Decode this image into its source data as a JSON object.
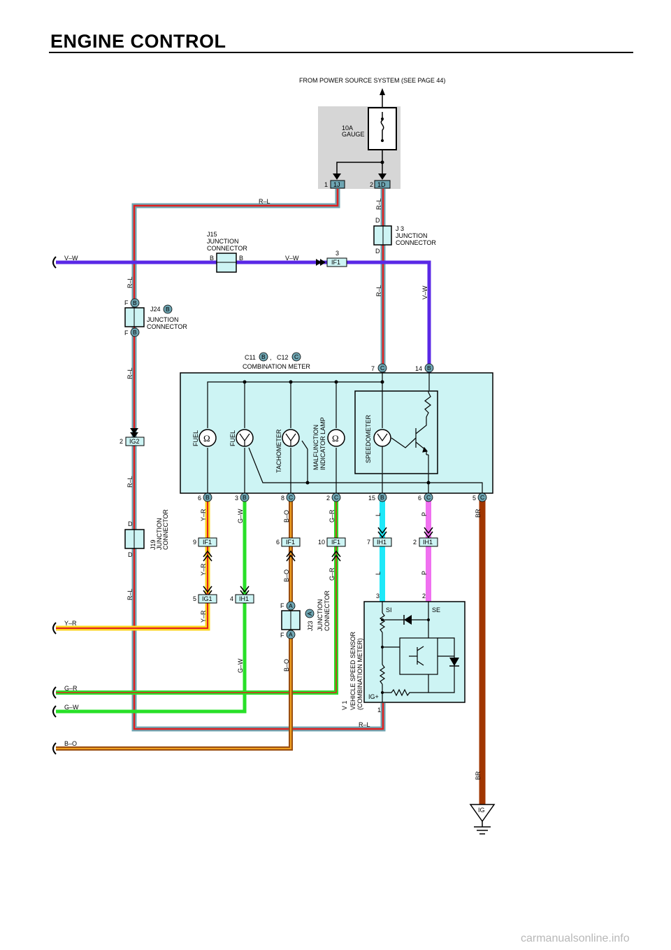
{
  "title": "ENGINE CONTROL",
  "power_source_note": "FROM POWER SOURCE SYSTEM (SEE PAGE 44)",
  "fuse": {
    "rating": "10A",
    "name": "GAUGE"
  },
  "fuse_terminals": [
    {
      "pin": "1",
      "connector": "1J"
    },
    {
      "pin": "2",
      "connector": "1D"
    }
  ],
  "junctions": {
    "j15": {
      "id": "J15",
      "line1": "JUNCTION",
      "line2": "CONNECTOR",
      "pin": "B"
    },
    "j3": {
      "id": "J 3",
      "line1": "JUNCTION",
      "line2": "CONNECTOR",
      "pin": "D"
    },
    "j24": {
      "id": "J24",
      "letter": "B",
      "line1": "JUNCTION",
      "line2": "CONNECTOR",
      "pin": "F"
    },
    "j19": {
      "id": "J19",
      "line1": "JUNCTION",
      "line2": "CONNECTOR",
      "pin": "D"
    },
    "j23": {
      "id": "J23",
      "letter": "A",
      "line1": "JUNCTION",
      "line2": "CONNECTOR",
      "pin": "F"
    }
  },
  "connector_ids": {
    "if1": "IF1",
    "ig2": "IG2",
    "ig1": "IG1",
    "ih1": "IH1"
  },
  "inline_pins": {
    "if1_top": "3",
    "ig2": "2",
    "y_r_if1": "9",
    "b_o_if1": "6",
    "g_r_if1": "10",
    "l_ih1": "7",
    "p_ih1": "2",
    "y_r_ig1": "5",
    "g_w_ih1": "4"
  },
  "meter": {
    "c11": "C11",
    "c12": "C12",
    "b": "B",
    "c": "C",
    "sep": ",",
    "name": "COMBINATION METER",
    "gauges": {
      "fuel1": "FUEL",
      "fuel2": "FUEL",
      "tacho": "TACHOMETER",
      "mil1": "MALFUNCTION",
      "mil2": "INDICATOR LAMP",
      "speedo": "SPEEDOMETER"
    },
    "top_pins": [
      {
        "pin": "7",
        "conn": "C"
      },
      {
        "pin": "14",
        "conn": "B"
      }
    ],
    "bottom_pins": [
      {
        "pin": "6",
        "conn": "B"
      },
      {
        "pin": "3",
        "conn": "B"
      },
      {
        "pin": "8",
        "conn": "C"
      },
      {
        "pin": "2",
        "conn": "C"
      },
      {
        "pin": "15",
        "conn": "B"
      },
      {
        "pin": "6",
        "conn": "C"
      },
      {
        "pin": "5",
        "conn": "C"
      }
    ]
  },
  "sensor": {
    "id": "V 1",
    "line1": "VEHICLE SPEED SENSOR",
    "line2": "(COMBINATION METER)",
    "si": "SI",
    "se": "SE",
    "ig": "IG+",
    "pin_si": "3",
    "pin_se": "2",
    "pin_ig": "1"
  },
  "ground": "IG",
  "wires": {
    "rl": "R–L",
    "vw": "V–W",
    "yr": "Y–R",
    "gw": "G–W",
    "bo": "B–O",
    "gr": "G–R",
    "l": "L",
    "p": "P",
    "br": "BR"
  },
  "colors": {
    "rl_outer": "#6ea5b2",
    "rl_inner": "#e02020",
    "violet": "#5a28e6",
    "yellow": "#fbd41c",
    "green": "#28e028",
    "orange": "#9a4e10",
    "cyan": "#1ee8f8",
    "pink": "#f070f0",
    "brown": "#a03600",
    "meter_fill": "#cdf4f4",
    "fuse_box": "#d6d6d6"
  },
  "watermark": "carmanualsonline.info"
}
